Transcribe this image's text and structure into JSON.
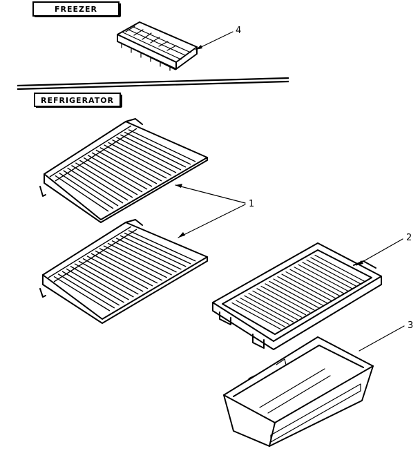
{
  "sections": {
    "freezer": "FREEZER",
    "refrigerator": "REFRIGERATOR"
  },
  "callouts": {
    "shelves": "1",
    "crisper_cover": "2",
    "crisper_pan": "3",
    "ice_tray": "4"
  },
  "icons": [
    "ice-cube-tray",
    "wire-shelf",
    "crisper-cover",
    "crisper-pan"
  ],
  "colors": {
    "ink": "#000000",
    "paper": "#ffffff"
  }
}
